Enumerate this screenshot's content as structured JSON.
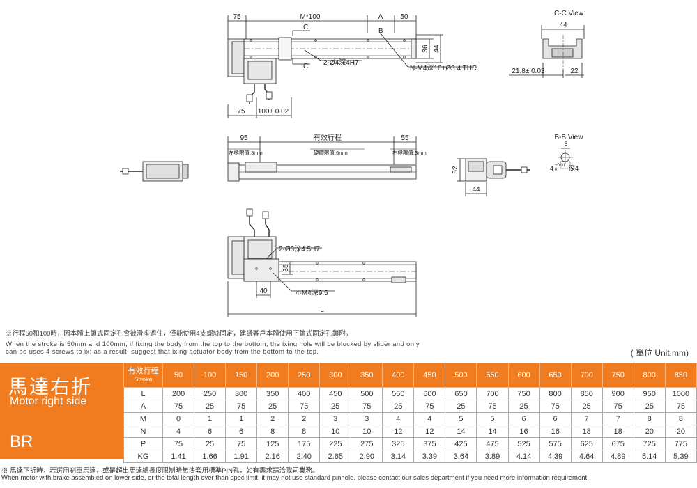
{
  "drawing": {
    "top": {
      "dims_top": [
        "75",
        "M*100",
        "A",
        "50"
      ],
      "sections": [
        "C",
        "C",
        "B"
      ],
      "callout_hole": "2-Ø4深4H7",
      "callout_thread": "N-M4深10+Ø3.4 THR.",
      "dim_36": "36",
      "dim_44": "44",
      "dims_bottom": [
        "75",
        "100± 0.02"
      ]
    },
    "cc_view": {
      "title": "C-C View",
      "dim_top": "44",
      "dim_left": "21.8± 0.03",
      "dim_right": "22"
    },
    "side": {
      "dim_left": "95",
      "dim_title": "有效行程",
      "dim_right": "55",
      "label_left": "左極限值:3mm",
      "label_mid": "硬體限值:6mm",
      "label_right": "右極限值:3mm"
    },
    "end": {
      "dim_52": "52",
      "dim_44": "44"
    },
    "bb_view": {
      "title": "B-B View",
      "dim_5": "5",
      "tol": "+0.01",
      "dim_4": "4",
      "dim_0": "0",
      "depth": "深4"
    },
    "bottom": {
      "callout_hole": "2-Ø3深4.5H7",
      "dim_35": "35",
      "dim_40": "40",
      "callout_thread": "4-M4深9.5",
      "dim_L": "L"
    }
  },
  "notes": {
    "zh": "※行程50和100時，因本體上鎖式固定孔會被滑座遮住，僅能使用4支螺絲固定，建議客戶本體使用下鎖式固定孔鎖附。",
    "en1": "When the stroke is 50mm and 100mm, if fixing the body from the top to the bottom, the ixing hole will be blocked by slider and only",
    "en2": "can be uses 4 screws to ix; as a result, suggest that ixing actuator body from the bottom to the top.",
    "unit": "( 單位 Unit:mm)"
  },
  "spec": {
    "title_zh": "馬達右折",
    "title_en": "Motor right side",
    "code": "BR",
    "stroke_label_zh": "有效行程",
    "stroke_label_en": "Stroke",
    "strokes": [
      "50",
      "100",
      "150",
      "200",
      "250",
      "300",
      "350",
      "400",
      "450",
      "500",
      "550",
      "600",
      "650",
      "700",
      "750",
      "800",
      "850"
    ],
    "rows": [
      {
        "label": "L",
        "values": [
          "200",
          "250",
          "300",
          "350",
          "400",
          "450",
          "500",
          "550",
          "600",
          "650",
          "700",
          "750",
          "800",
          "850",
          "900",
          "950",
          "1000"
        ]
      },
      {
        "label": "A",
        "values": [
          "75",
          "25",
          "75",
          "25",
          "75",
          "25",
          "75",
          "25",
          "75",
          "25",
          "75",
          "25",
          "75",
          "25",
          "75",
          "25",
          "75"
        ]
      },
      {
        "label": "M",
        "values": [
          "0",
          "1",
          "1",
          "2",
          "2",
          "3",
          "3",
          "4",
          "4",
          "5",
          "5",
          "6",
          "6",
          "7",
          "7",
          "8",
          "8"
        ]
      },
      {
        "label": "N",
        "values": [
          "4",
          "6",
          "6",
          "8",
          "8",
          "10",
          "10",
          "12",
          "12",
          "14",
          "14",
          "16",
          "16",
          "18",
          "18",
          "20",
          "20"
        ]
      },
      {
        "label": "P",
        "values": [
          "75",
          "25",
          "75",
          "125",
          "175",
          "225",
          "275",
          "325",
          "375",
          "425",
          "475",
          "525",
          "575",
          "625",
          "675",
          "725",
          "775"
        ]
      },
      {
        "label": "KG",
        "values": [
          "1.41",
          "1.66",
          "1.91",
          "2.16",
          "2.40",
          "2.65",
          "2.90",
          "3.14",
          "3.39",
          "3.64",
          "3.89",
          "4.14",
          "4.39",
          "4.64",
          "4.89",
          "5.14",
          "5.39"
        ]
      }
    ]
  },
  "footer": {
    "zh": "※ 馬達下折時，若選用刹車馬達，或是超出馬達總長度限制時無法套用標準PIN孔，如有需求請洽我司業務。",
    "en": "When motor with brake assembled on lower side, or the total length over than spec limit, it may not use standard pinhole. please contact our sales department if you need more information requirement."
  },
  "colors": {
    "accent": "#f07c1f",
    "line": "#222222"
  }
}
